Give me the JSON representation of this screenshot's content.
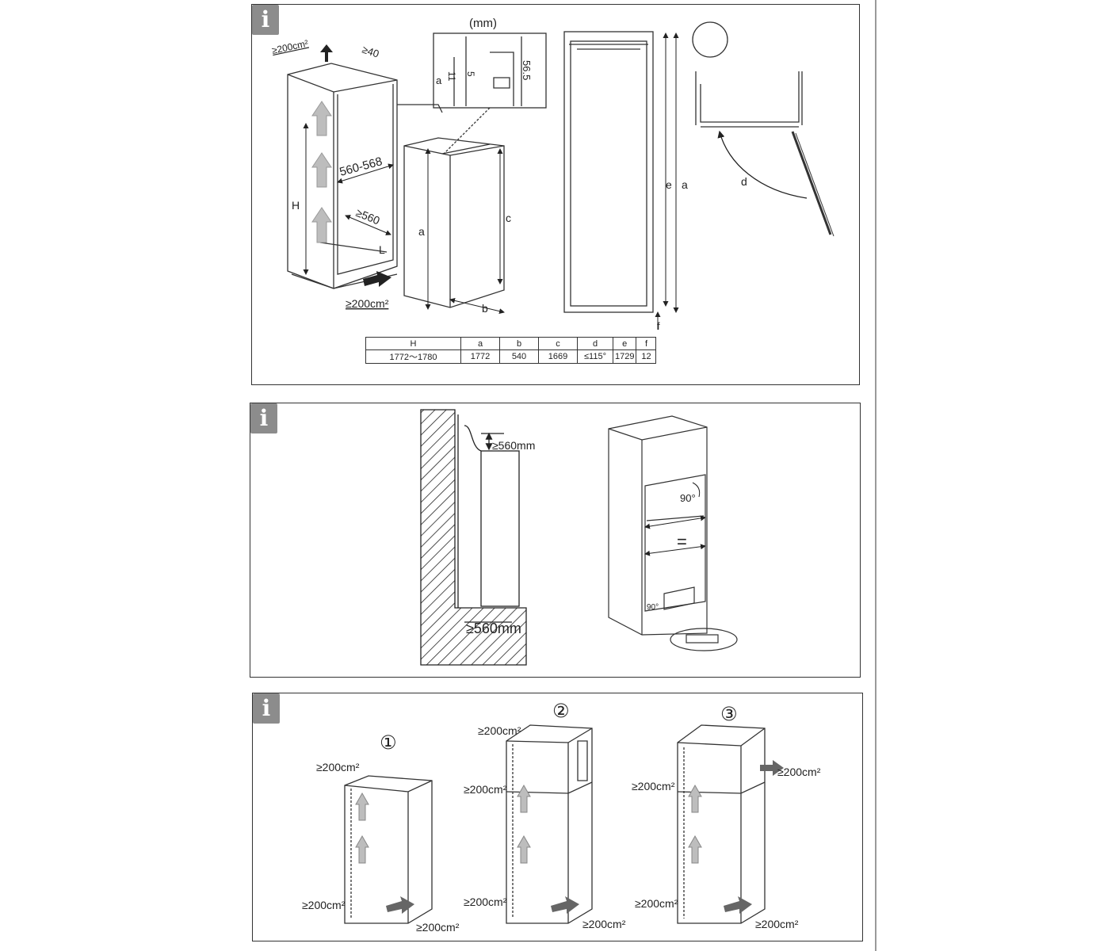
{
  "panels": [
    {
      "info_icon": "info-icon"
    },
    {
      "info_icon": "info-icon"
    },
    {
      "info_icon": "info-icon"
    }
  ],
  "diagram1": {
    "unit": "(mm)",
    "labels": {
      "vent_top": "≥200cm²",
      "gap_top": "≥40",
      "height": "H",
      "width_range": "560-568",
      "depth_min": "≥560",
      "L": "L",
      "vent_bottom": "≥200cm²",
      "a": "a",
      "b": "b",
      "c": "c",
      "e": "e",
      "f": "f",
      "d": "d",
      "detail_a": "a",
      "detail_11": "11",
      "detail_5": "5",
      "detail_56_5": "56.5"
    },
    "table": {
      "headers": [
        "H",
        "a",
        "b",
        "c",
        "d",
        "e",
        "f"
      ],
      "values": [
        "1772～1780",
        "1772",
        "540",
        "1669",
        "≤115°",
        "1729",
        "12"
      ]
    }
  },
  "diagram2": {
    "labels": {
      "clearance_top": "≥560mm",
      "clearance_bottom": "≥560mm",
      "angle_top": "90°",
      "equal": "=",
      "angle_bottom": "90°"
    }
  },
  "diagram3": {
    "options": [
      {
        "number": "①",
        "top": "≥200cm²",
        "side": "≥200cm²",
        "bottom": "≥200cm²"
      },
      {
        "number": "②",
        "top": "≥200cm²",
        "side": "≥200cm²",
        "low_side": "≥200cm²",
        "bottom": "≥200cm²"
      },
      {
        "number": "③",
        "top": "≥200cm²",
        "side": "≥200cm²",
        "low_side": "≥200cm²",
        "bottom": "≥200cm²"
      }
    ]
  },
  "colors": {
    "info_badge": "#8c8c8c",
    "line": "#333333",
    "arrow_fill": "#bdbdbd",
    "hatch": "#222222"
  }
}
